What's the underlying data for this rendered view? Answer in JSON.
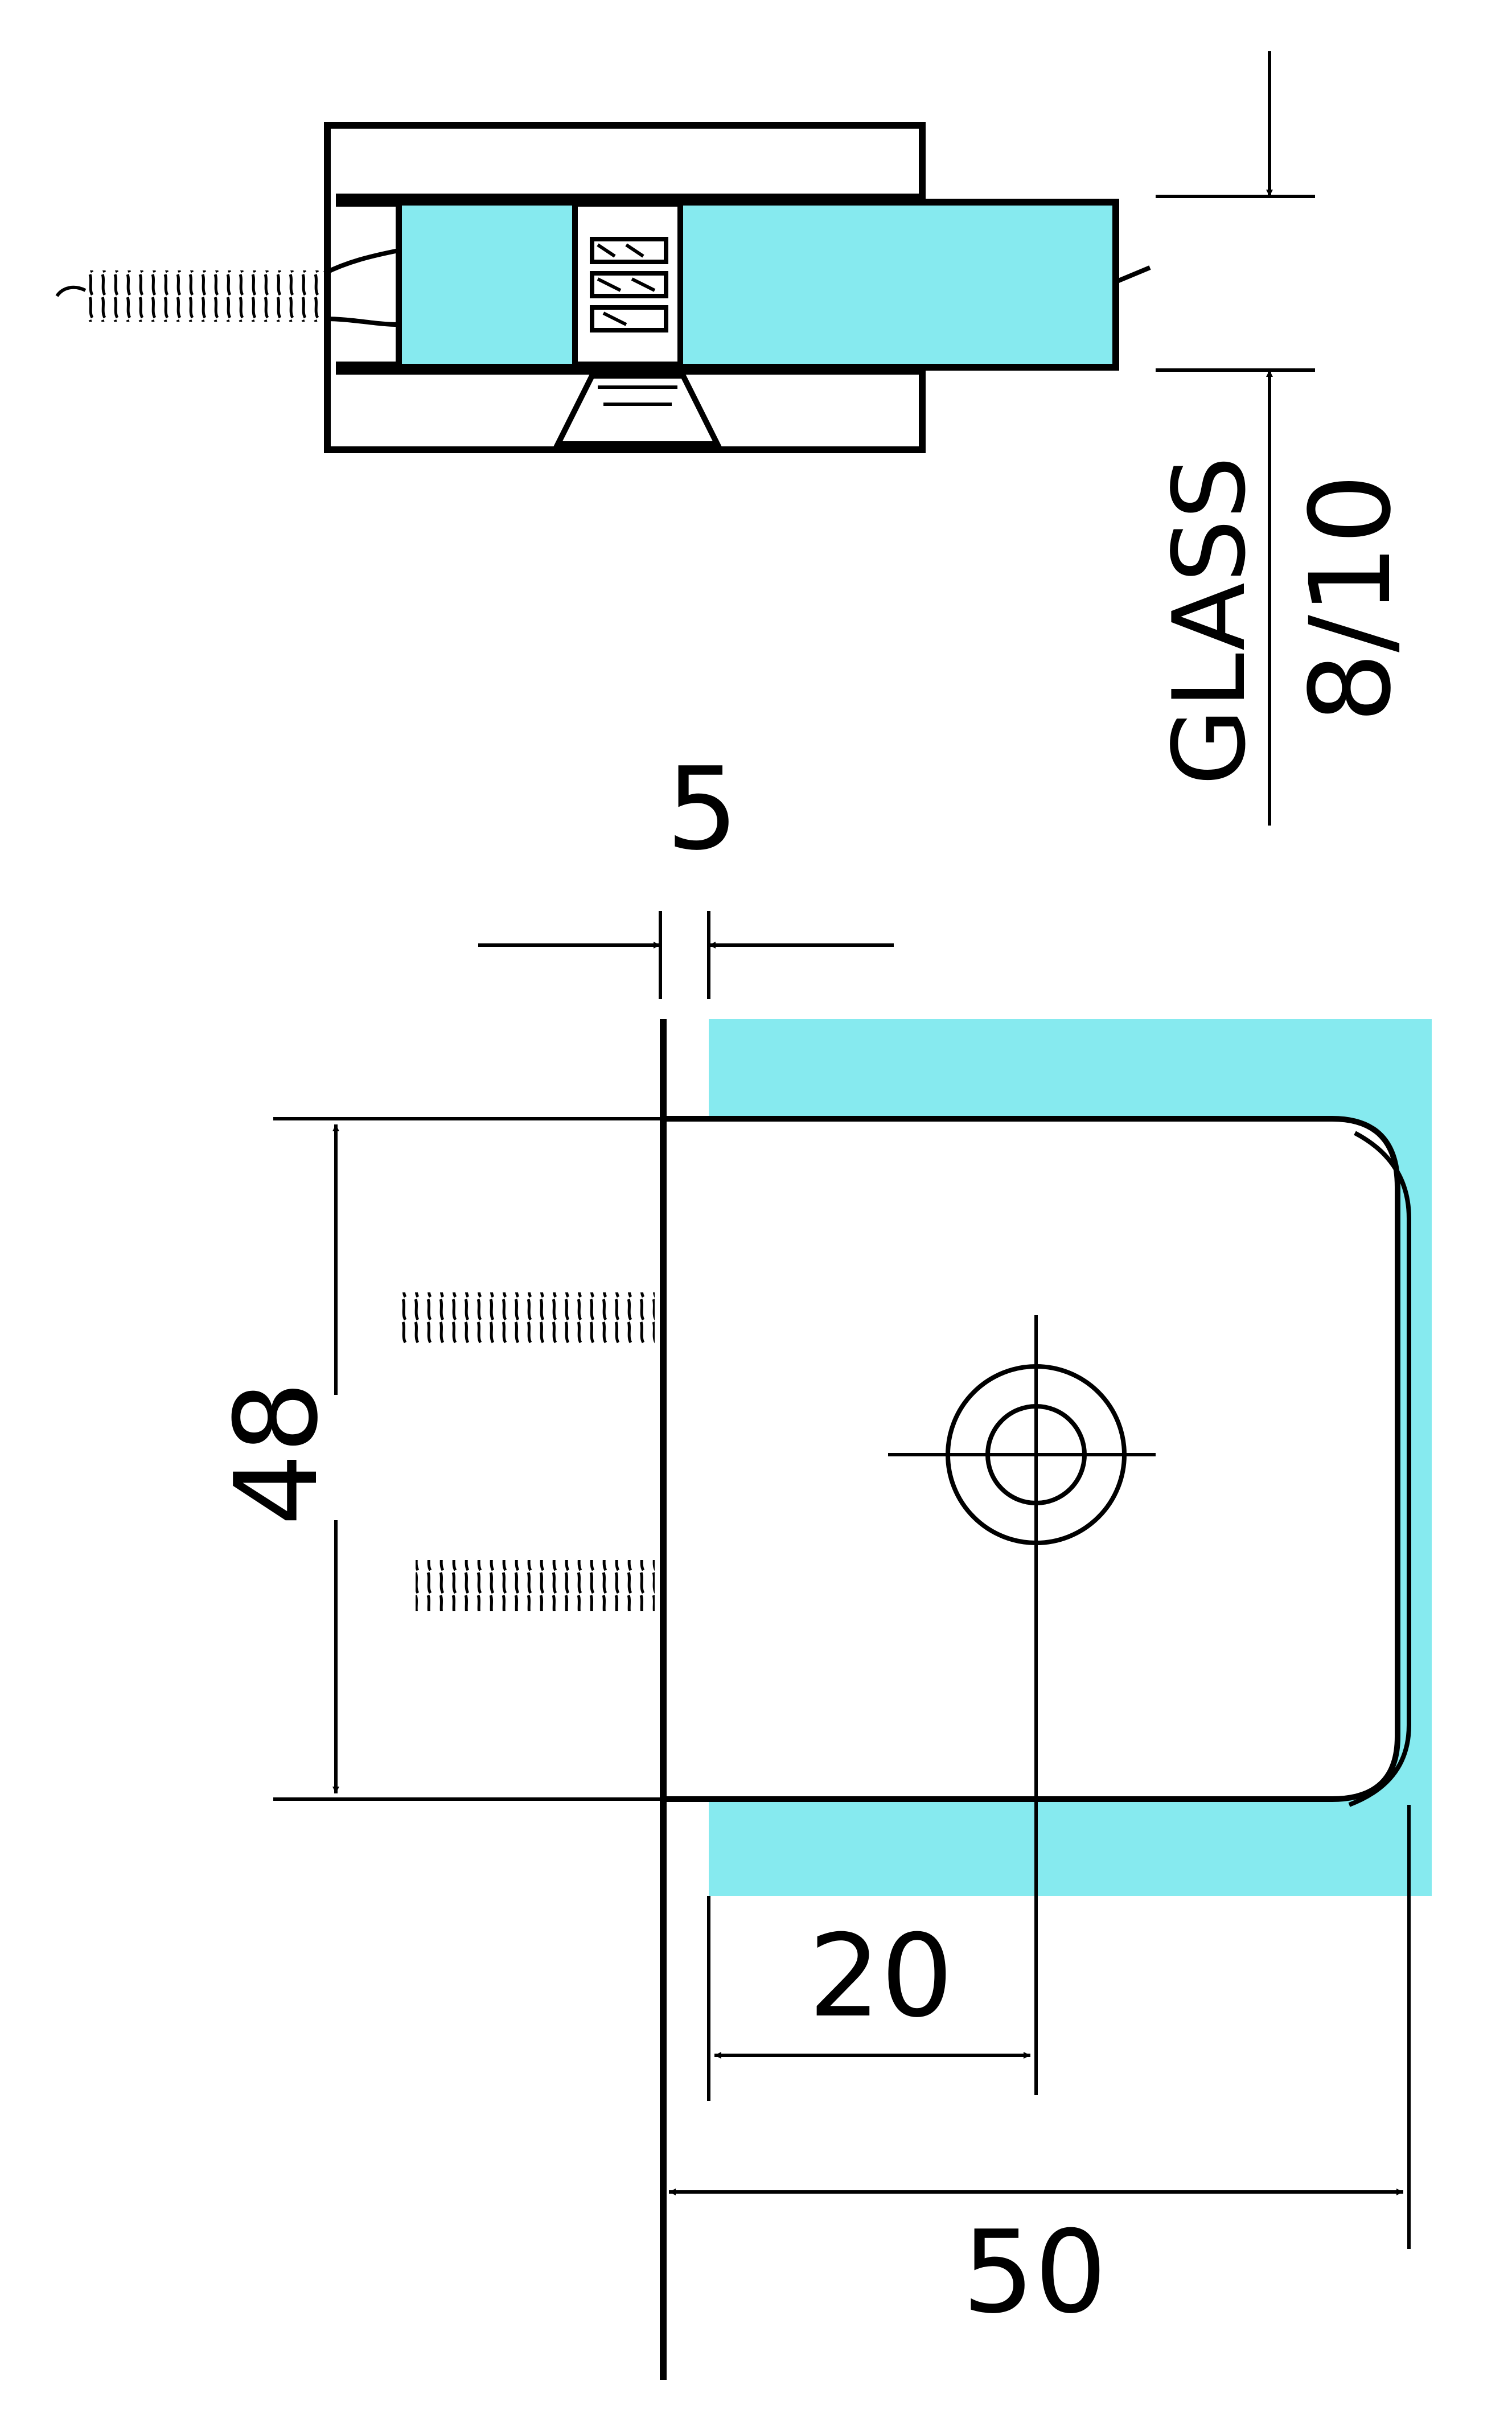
{
  "labels": {
    "glass_word": "GLASS",
    "glass_thickness": "8/10",
    "dim_gap": "5",
    "dim_height": "48",
    "dim_hole_offset": "20",
    "dim_width": "50"
  },
  "colors": {
    "glass": "#86EAEF",
    "line": "#000000",
    "background": "#FFFFFF"
  },
  "icons": {
    "screw": "threaded-screw-icon",
    "hole": "countersunk-hole-icon"
  }
}
